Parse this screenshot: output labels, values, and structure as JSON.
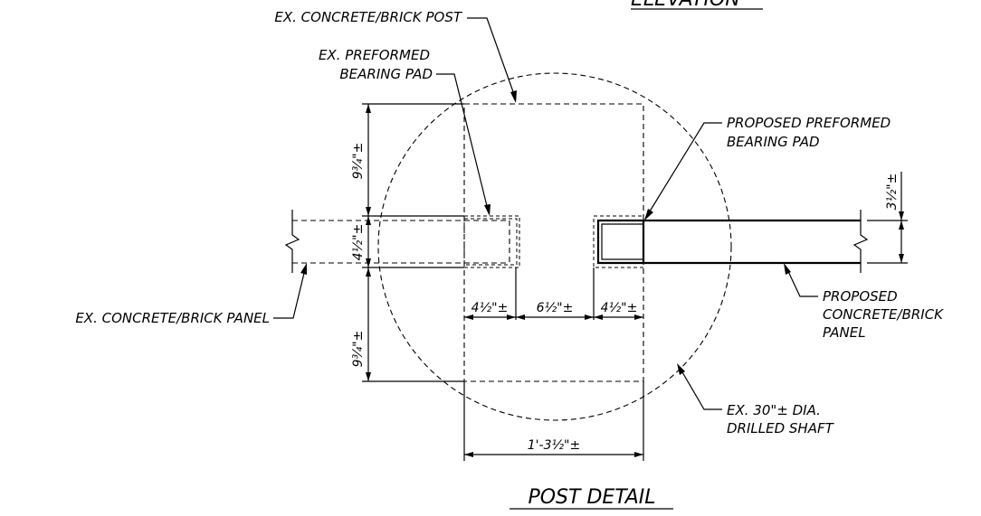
{
  "header": {
    "elevation_title": "ELEVATION"
  },
  "labels": {
    "ex_post": "EX. CONCRETE/BRICK POST",
    "ex_pad_1": "EX. PREFORMED",
    "ex_pad_2": "BEARING PAD",
    "prop_pad_1": "PROPOSED PREFORMED",
    "prop_pad_2": "BEARING PAD",
    "ex_panel": "EX. CONCRETE/BRICK PANEL",
    "prop_panel_1": "PROPOSED",
    "prop_panel_2": "CONCRETE/BRICK",
    "prop_panel_3": "PANEL",
    "shaft_1": "EX. 30\"± DIA.",
    "shaft_2": "DRILLED SHAFT"
  },
  "dimensions": {
    "top_vertical": "9¾\"±",
    "middle_vertical": "4½\"±",
    "bottom_vertical": "9¾\"±",
    "right_vertical": "3½\"±",
    "left_horizontal": "4½\"±",
    "center_horizontal": "6½\"±",
    "right_horizontal": "4½\"±",
    "overall_width": "1'-3½\"±"
  },
  "footer": {
    "detail_title": "POST DETAIL"
  }
}
